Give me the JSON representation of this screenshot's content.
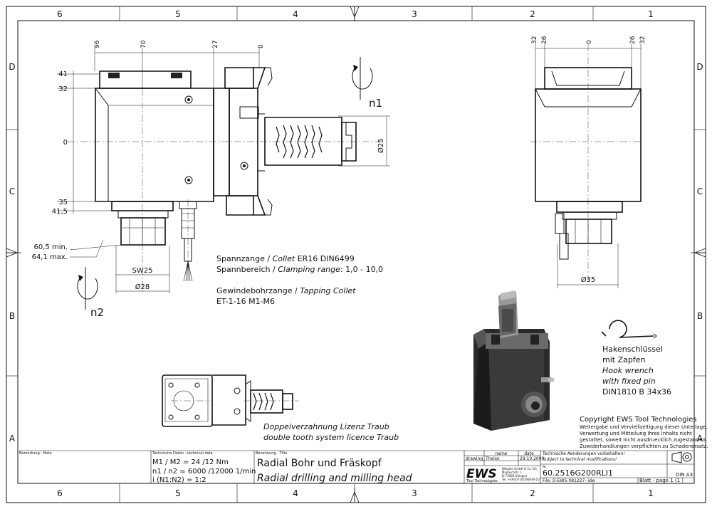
{
  "frame": {
    "columns_top": [
      "6",
      "5",
      "4",
      "3",
      "2",
      "1"
    ],
    "columns_bottom": [
      "6",
      "5",
      "4",
      "3",
      "2",
      "1"
    ],
    "rows_left": [
      "D",
      "C",
      "B",
      "A"
    ],
    "rows_right": [
      "D",
      "C",
      "B",
      "A"
    ]
  },
  "front_view": {
    "top_dims": [
      "96",
      "70",
      "27",
      "0"
    ],
    "left_dims": [
      "41",
      "32",
      "0",
      "35",
      "41,5"
    ],
    "length_dims": [
      "60,5 min.",
      "64,1 max."
    ],
    "shaft_dia": "Ø25",
    "sw": "SW25",
    "dia28": "Ø28",
    "rotation_n1": "n1",
    "rotation_n2": "n2"
  },
  "side_view": {
    "top_dims_left": [
      "32",
      "26"
    ],
    "top_dims_zero": "0",
    "top_dims_right": [
      "26",
      "32"
    ],
    "dia35": "Ø35"
  },
  "specs": {
    "collet_line1_de": "Spannzange /",
    "collet_line1_en": "Collet",
    "collet_line1_val": "ER16   DIN6499",
    "collet_line2_de": "Spannbereich /",
    "collet_line2_en": "Clamping range",
    "collet_line2_val": ": 1,0 - 10,0",
    "tap_line1_de": "Gewindebohrzange /",
    "tap_line1_en": "Tapping Collet",
    "tap_line2": "ET-1-16   M1-M6"
  },
  "double_tooth": {
    "de": "Doppelverzahnung Lizenz Traub",
    "en": "double tooth system licence Traub"
  },
  "hook_wrench": {
    "line1": "Hakenschlüssel",
    "line2": "mit Zapfen",
    "line3": "Hook wrench",
    "line4": "with fixed pin",
    "line5": "DIN1810 B 34x36"
  },
  "copyright": {
    "title": "Copyright EWS Tool Technologies",
    "l1": "Weitergabe und Vervielfaeltigung dieser Unterlage,",
    "l2": "Verwertung und Mitteilung ihres Inhalts nicht",
    "l3": "gestattet, soweit nicht ausdruecklich zugestanden.",
    "l4": "Zuwiderhandlungen verpflichten zu Schadenersatz."
  },
  "title_block": {
    "remark_label": "Bemerkung - Note",
    "tech_label": "Technische Daten - technical data",
    "tech_l1": "M1 / M2 = 24  /12  Nm",
    "tech_l2": "n1 / n2 = 6000 /12000 1/min",
    "tech_l3": "i  (N1:N2)  = 1:2",
    "naming_label": "Benennung - Title",
    "title_de": "Radial Bohr und Fräskopf",
    "title_en": "Radial drilling and milling head",
    "col_name": "name",
    "col_date": "date",
    "row_drawing": "drawing",
    "drawer": "Theiss",
    "draw_date": "29.10.2009",
    "logo": "EWS",
    "logo_sub": "Tool Technologies",
    "addr1": "Weigele GmbH & Co. KG",
    "addr2": "Maybachstr. 1",
    "addr3": "D-73066 Uhingen",
    "addr4": "Tel. +49(0)7161/93040-10",
    "changes_de": "Technische Aenderungen vorbehalten!",
    "changes_en": "Subject to technical modifications!",
    "nr_label": "Nr.",
    "part_no": "60.2516G200RLI1",
    "format": "DIN A3",
    "file": "File: D-EWS-081227-.idw",
    "sheet": "Blatt - page  1 (1 )"
  }
}
